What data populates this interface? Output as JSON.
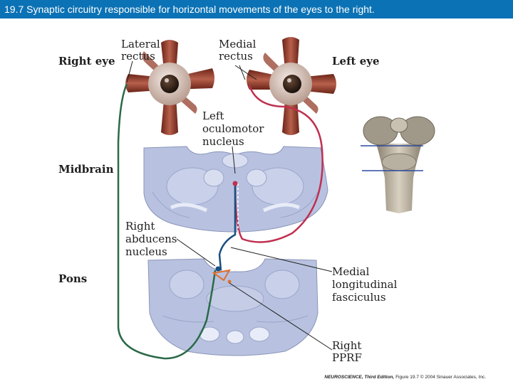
{
  "title": "19.7 Synaptic circuitry responsible for horizontal movements of the eyes to the right.",
  "labels": {
    "right_eye": "Right eye",
    "left_eye": "Left eye",
    "lateral_rectus_1": "Lateral",
    "lateral_rectus_2": "rectus",
    "medial_rectus_1": "Medial",
    "medial_rectus_2": "rectus",
    "left_oculomotor_1": "Left",
    "left_oculomotor_2": "oculomotor",
    "left_oculomotor_3": "nucleus",
    "midbrain": "Midbrain",
    "right_abducens_1": "Right",
    "right_abducens_2": "abducens",
    "right_abducens_3": "nucleus",
    "pons": "Pons",
    "mlf_1": "Medial",
    "mlf_2": "longitudinal",
    "mlf_3": "fasciculus",
    "pprf_1": "Right",
    "pprf_2": "PPRF"
  },
  "credit": {
    "book": "NEUROSCIENCE, Third Edition,",
    "figure": "Figure 19.7",
    "rights": "© 2004 Sinauer Associates, Inc."
  },
  "colors": {
    "title_bar": "#0b72b5",
    "muscle": "#8a3a2a",
    "pathway_green": "#2a6a48",
    "pathway_red": "#c03050",
    "pathway_blue": "#1a4f80",
    "pprf_orange": "#e07030",
    "brain_section": "#b8c2e0"
  }
}
